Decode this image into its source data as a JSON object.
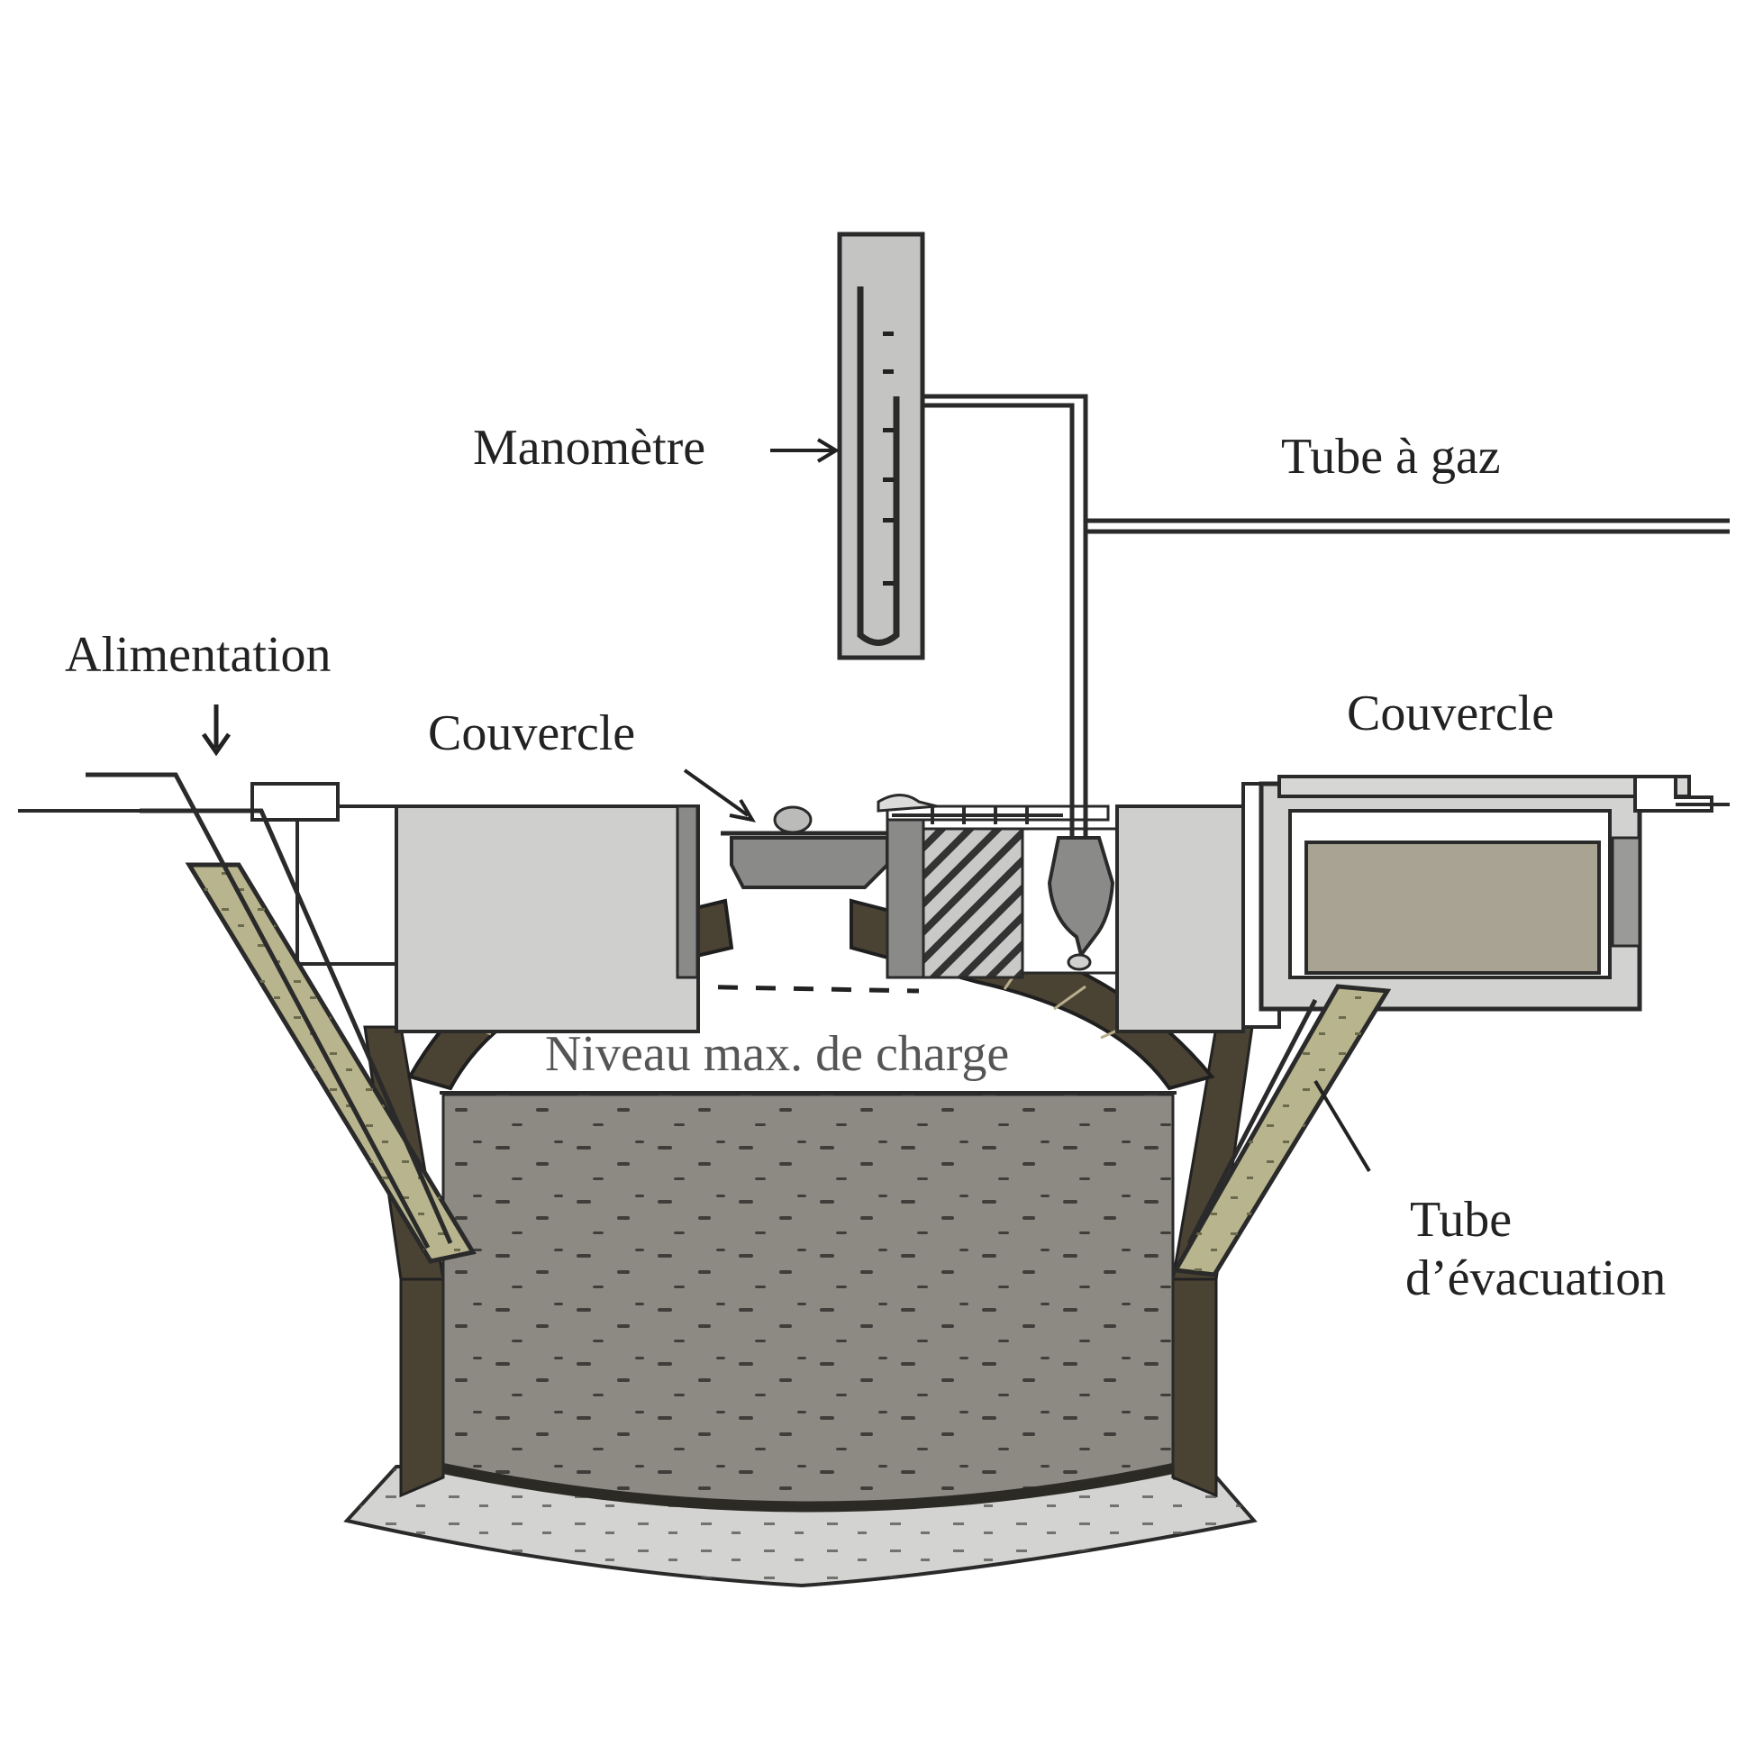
{
  "labels": {
    "manometre": "Manomètre",
    "tube_gaz": "Tube à gaz",
    "alimentation": "Alimentation",
    "couvercle_center": "Couvercle",
    "couvercle_right": "Couvercle",
    "niveau": "Niveau max. de charge",
    "tube_evac_line1": "Tube",
    "tube_evac_line2": "d’évacuation"
  },
  "colors": {
    "slurry": "#8c8a82",
    "slurry_speck": "#3f3e3a",
    "brick": "#4a4233",
    "wall_grey": "#cfcfcd",
    "pipe_fill": "#b7b48e",
    "outline": "#2a2a2a",
    "manometer_fill": "#c4c4c2",
    "outlet_tank": "#a8a392"
  }
}
